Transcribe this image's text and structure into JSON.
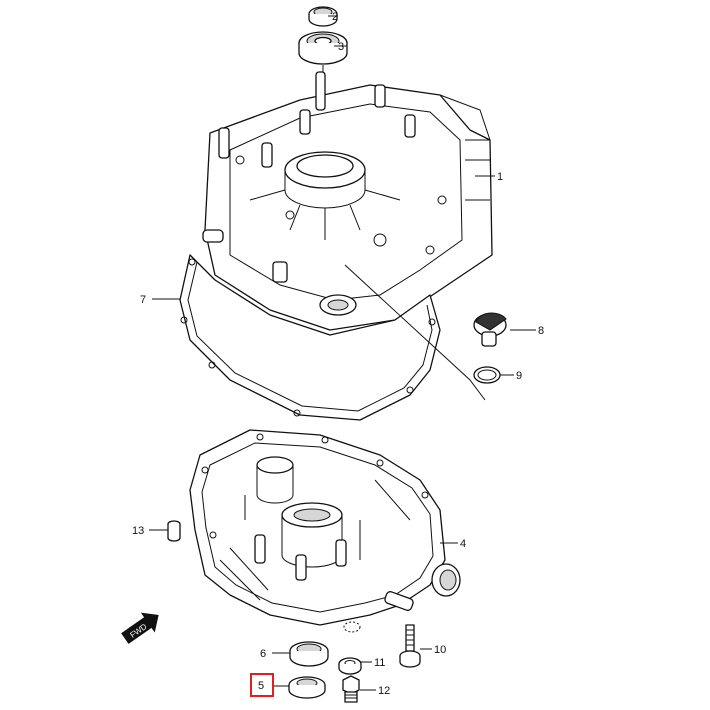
{
  "callouts": {
    "c1": "1",
    "c2": "2",
    "c3": "3",
    "c4": "4",
    "c5": "5",
    "c6": "6",
    "c7": "7",
    "c8": "8",
    "c9": "9",
    "c10": "10",
    "c11": "11",
    "c12": "12",
    "c13": "13"
  },
  "highlighted_callout": "5",
  "fwd_label": "FWD",
  "colors": {
    "line": "#111111",
    "highlight": "#e02020",
    "shade": "#d6d6d6"
  }
}
